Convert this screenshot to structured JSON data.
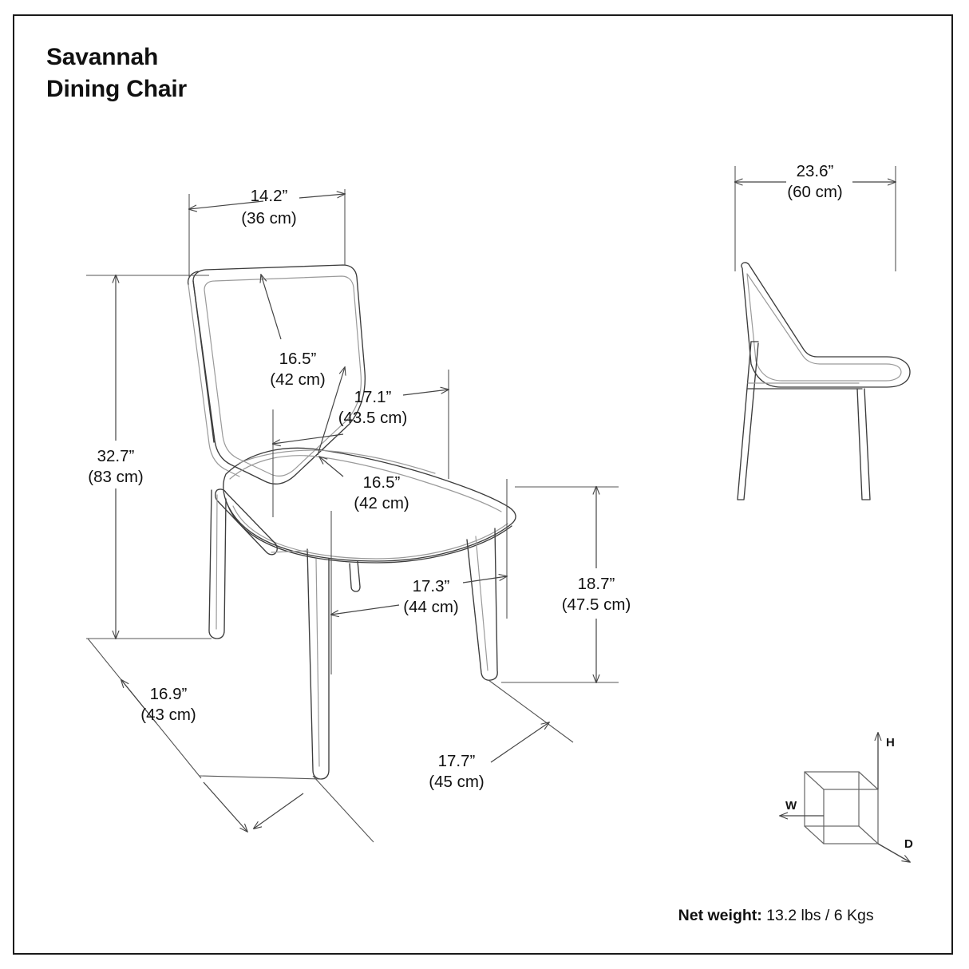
{
  "product": {
    "name_line1": "Savannah",
    "name_line2": "Dining Chair"
  },
  "net_weight": {
    "label": "Net weight:",
    "value": " 13.2 lbs / 6 Kgs"
  },
  "dimensions": {
    "overall_width": {
      "imperial": "14.2”",
      "metric": "(36 cm)"
    },
    "back_height": {
      "imperial": "16.5”",
      "metric": "(42 cm)"
    },
    "seat_width": {
      "imperial": "17.1”",
      "metric": "(43.5 cm)"
    },
    "seat_depth": {
      "imperial": "16.5”",
      "metric": "(42 cm)"
    },
    "overall_height": {
      "imperial": "32.7”",
      "metric": "(83 cm)"
    },
    "leg_span_front": {
      "imperial": "17.3”",
      "metric": "(44 cm)"
    },
    "seat_height": {
      "imperial": "18.7”",
      "metric": "(47.5 cm)"
    },
    "base_depth": {
      "imperial": "16.9”",
      "metric": "(43 cm)"
    },
    "base_width": {
      "imperial": "17.7”",
      "metric": "(45 cm)"
    },
    "side_depth": {
      "imperial": "23.6”",
      "metric": "(60 cm)"
    }
  },
  "axis_legend": {
    "height": "H",
    "width": "W",
    "depth": "D"
  },
  "colors": {
    "ink": "#111111",
    "line": "#3c3c3c",
    "soft_line": "#9a9a9a",
    "background": "#ffffff"
  }
}
